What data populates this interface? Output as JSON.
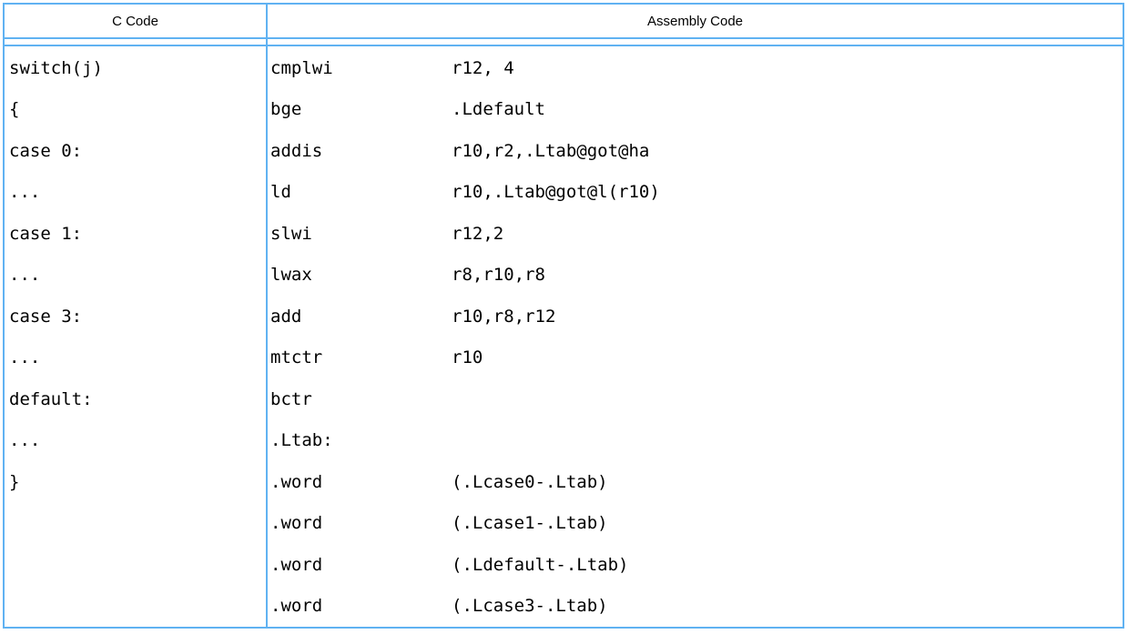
{
  "table": {
    "border_color": "#60b2f2",
    "headers": {
      "c_code": "C Code",
      "assembly": "Assembly Code"
    },
    "c_code_lines": [
      "switch(j)",
      "{",
      "case 0:",
      "...",
      "case 1:",
      "...",
      "case 3:",
      "...",
      "default:",
      "...",
      "}"
    ],
    "assembly_lines": [
      {
        "mnemonic": "cmplwi",
        "operands": "r12, 4"
      },
      {
        "mnemonic": "bge",
        "operands": ".Ldefault"
      },
      {
        "mnemonic": "addis",
        "operands": "r10,r2,.Ltab@got@ha"
      },
      {
        "mnemonic": "ld",
        "operands": "r10,.Ltab@got@l(r10)"
      },
      {
        "mnemonic": "slwi",
        "operands": "r12,2"
      },
      {
        "mnemonic": "lwax",
        "operands": "r8,r10,r8"
      },
      {
        "mnemonic": "add",
        "operands": "r10,r8,r12"
      },
      {
        "mnemonic": "mtctr",
        "operands": "r10"
      },
      {
        "mnemonic": "bctr",
        "operands": ""
      },
      {
        "mnemonic": ".Ltab:",
        "operands": ""
      },
      {
        "mnemonic": ".word",
        "operands": "(.Lcase0-.Ltab)"
      },
      {
        "mnemonic": ".word",
        "operands": "(.Lcase1-.Ltab)"
      },
      {
        "mnemonic": ".word",
        "operands": "(.Ldefault-.Ltab)"
      },
      {
        "mnemonic": ".word",
        "operands": "(.Lcase3-.Ltab)"
      }
    ]
  }
}
